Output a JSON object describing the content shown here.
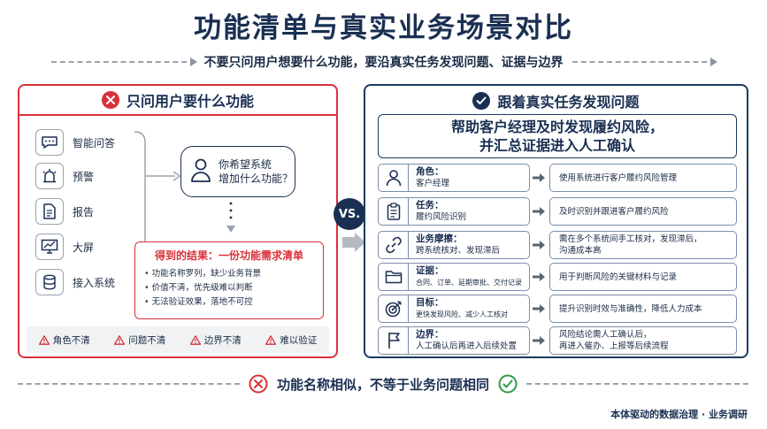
{
  "title": "功能清单与真实业务场景对比",
  "subtitle": "不要只问用户想要什么功能，要沿真实任务发现问题、证据与边界",
  "left": {
    "header": "只问用户要什么功能",
    "features": [
      {
        "label": "智能问答",
        "icon": "chat-icon"
      },
      {
        "label": "预警",
        "icon": "alarm-icon"
      },
      {
        "label": "报告",
        "icon": "document-icon"
      },
      {
        "label": "大屏",
        "icon": "monitor-chart-icon"
      },
      {
        "label": "接入系统",
        "icon": "database-icon"
      }
    ],
    "bubble": {
      "line1": "你希望系统",
      "line2": "增加什么功能？"
    },
    "result": {
      "title": "得到的结果：一份功能需求清单",
      "items": [
        "功能名称罗列，缺少业务背景",
        "价值不清，优先级难以判断",
        "无法验证效果，落地不可控"
      ]
    },
    "warnings": [
      "角色不清",
      "问题不清",
      "边界不清",
      "难以验证"
    ]
  },
  "vs_label": "VS.",
  "right": {
    "header": "跟着真实任务发现问题",
    "goal": {
      "line1": "帮助客户经理及时发现履约风险，",
      "line2": "并汇总证据进入人工确认"
    },
    "rows": [
      {
        "title": "角色：",
        "sub": "客户经理",
        "desc1": "使用系统进行客户履约风险管理",
        "desc2": "",
        "icon": "person-icon"
      },
      {
        "title": "任务：",
        "sub": "履约风险识别",
        "desc1": "及时识别并跟进客户履约风险",
        "desc2": "",
        "icon": "clipboard-icon"
      },
      {
        "title": "业务摩擦：",
        "sub": "跨系统核对、发现滞后",
        "desc1": "需在多个系统间手工核对，发现滞后，",
        "desc2": "沟通成本高",
        "icon": "link-icon"
      },
      {
        "title": "证据：",
        "sub": "合同、订单、延期审批、交付记录",
        "desc1": "用于判断风险的关键材料与记录",
        "desc2": "",
        "icon": "folder-icon"
      },
      {
        "title": "目标：",
        "sub": "更快发现风险、减少人工核对",
        "desc1": "提升识别时效与准确性，降低人力成本",
        "desc2": "",
        "icon": "target-icon"
      },
      {
        "title": "边界：",
        "sub": "人工确认后再进入后续处置",
        "desc1": "风险结论需人工确认后，",
        "desc2": "再进入催办、上报等后续流程",
        "icon": "flag-icon"
      }
    ]
  },
  "bottom": "功能名称相似，不等于业务问题相同",
  "footer": "本体驱动的数据治理 · 业务调研"
}
